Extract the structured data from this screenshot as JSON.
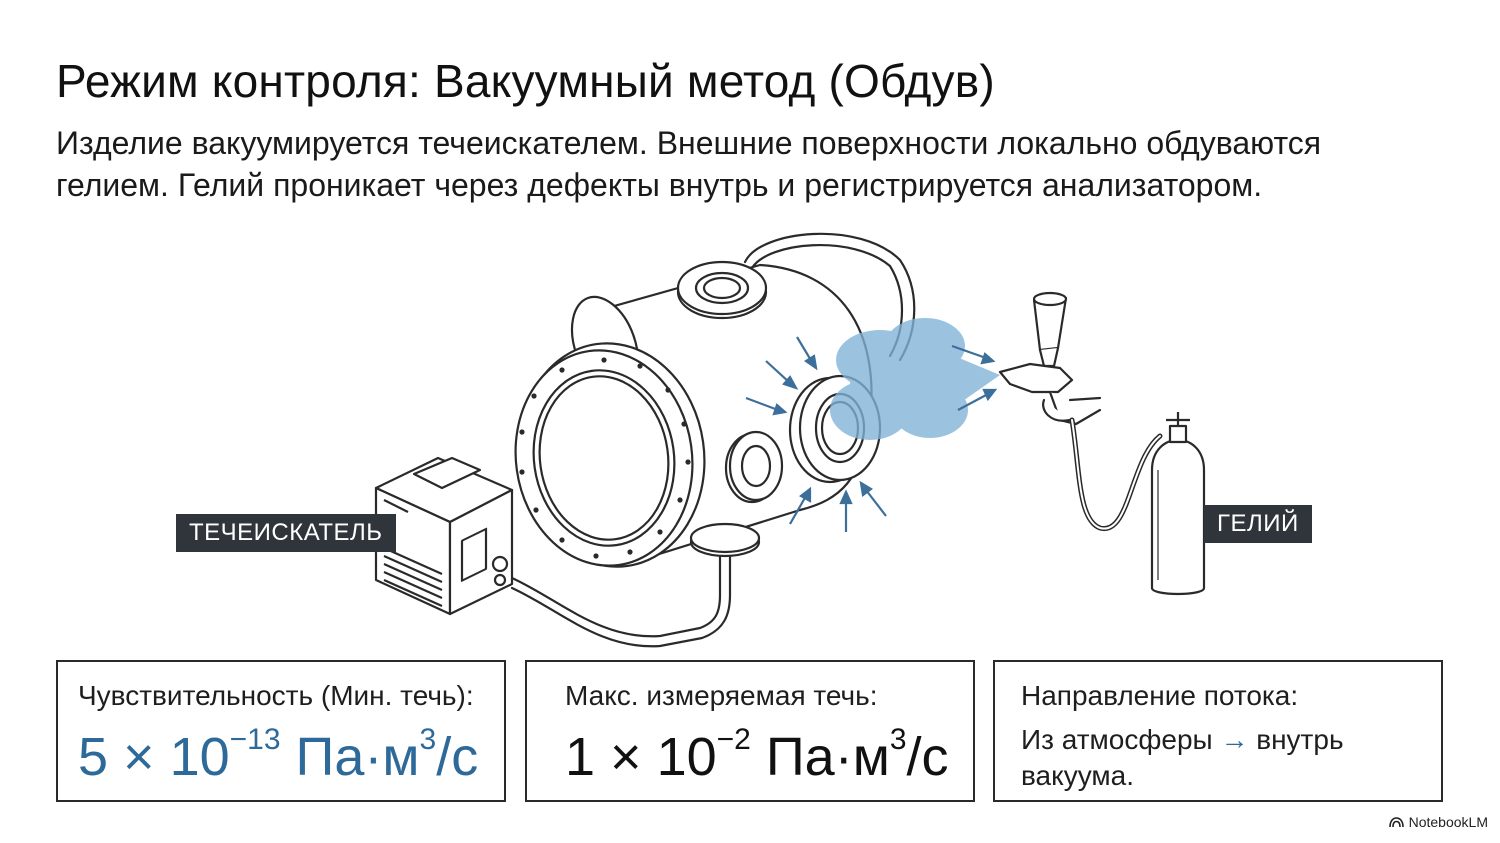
{
  "title": "Режим контроля: Вакуумный метод (Обдув)",
  "subtitle": "Изделие вакуумируется течеискателем. Внешние поверхности локально обдуваются гелием. Гелий проникает через дефекты внутрь и регистрируется анализатором.",
  "labels": {
    "leak_detector": "ТЕЧЕИСКАТЕЛЬ",
    "helium": "ГЕЛИЙ"
  },
  "cards": {
    "sensitivity": {
      "label": "Чувствительность (Мин. течь):",
      "mantissa": "5 × 10",
      "exponent": "−13",
      "unit_pre": " Па·м",
      "unit_exp": "3",
      "unit_post": "/с"
    },
    "max_leak": {
      "label": "Макс. измеряемая течь:",
      "mantissa": "1 × 10",
      "exponent": "−2",
      "unit_pre": " Па·м",
      "unit_exp": "3",
      "unit_post": "/с"
    },
    "flow": {
      "label": "Направление потока:",
      "from": "Из атмосферы",
      "arrow": "→",
      "to": "внутрь вакуума."
    }
  },
  "brand": "NotebookLM",
  "colors": {
    "accent": "#2d6a99",
    "tag_bg": "#2f353b",
    "helium_cloud": "#7fb3d8"
  }
}
